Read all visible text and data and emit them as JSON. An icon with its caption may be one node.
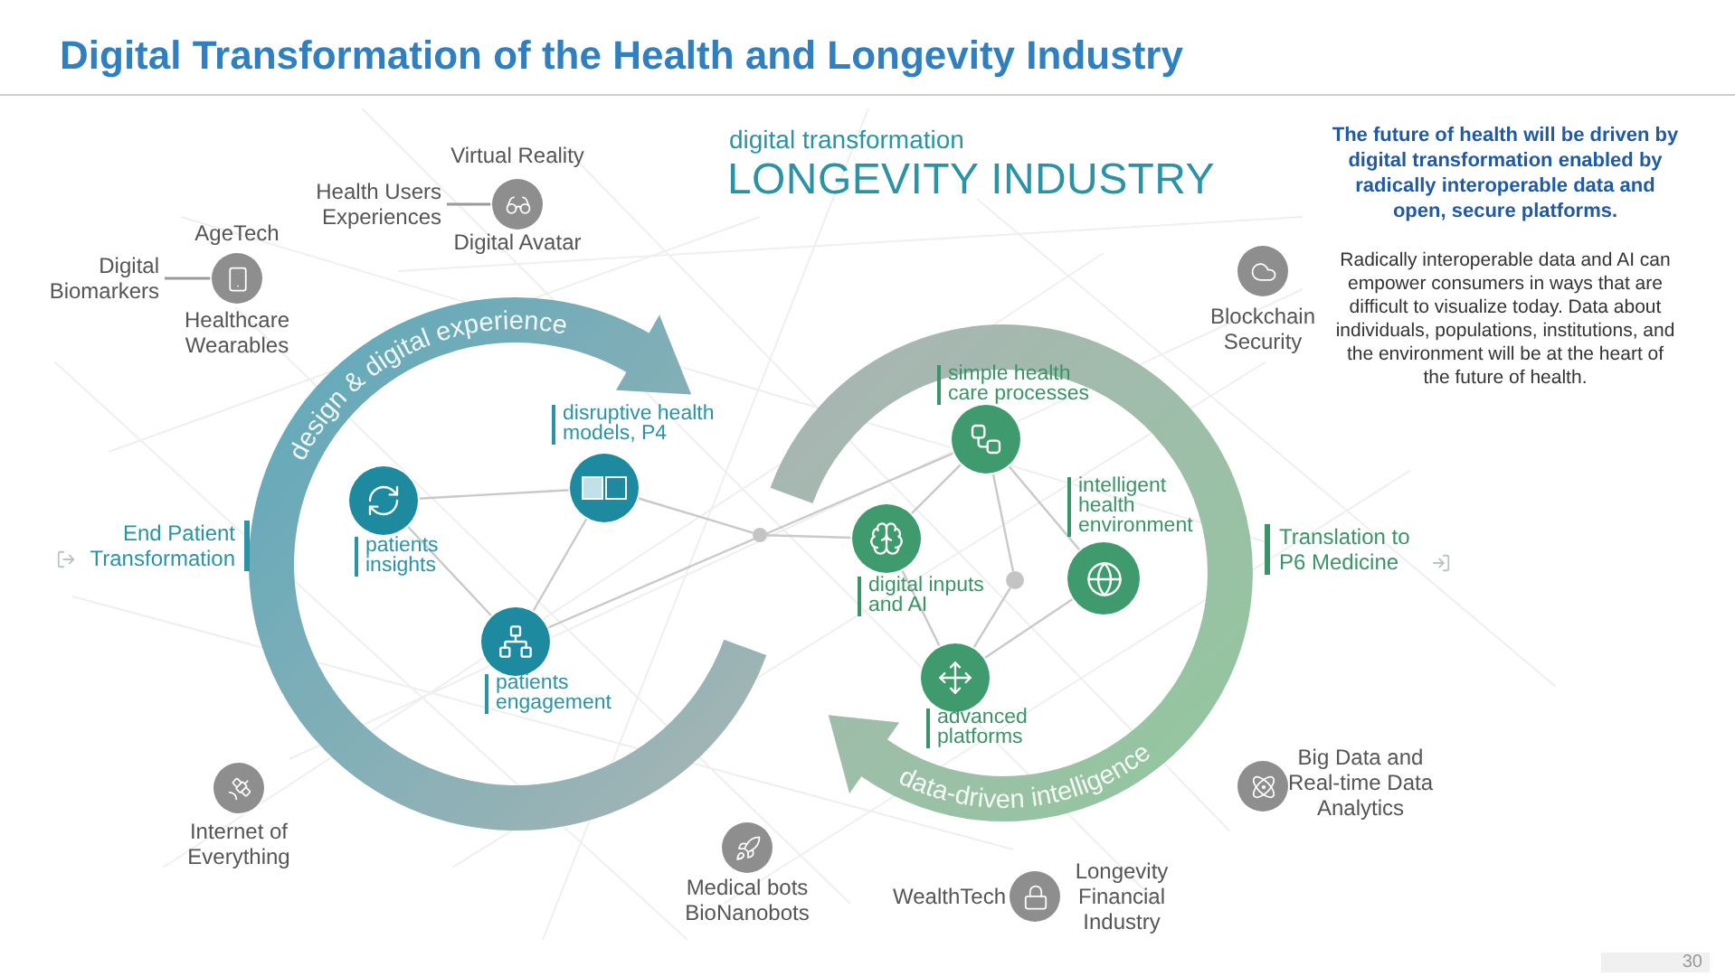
{
  "diagram": {
    "title": "Digital Transformation of the Health and Longevity Industry",
    "nodes": [
      {
        "text": [
          "Health Users Experiences"
        ]
      },
      {
        "text": [],
        "shape": "circle",
        "beside": [
          "Virtual Reality",
          "Digital Avatar"
        ]
      },
      {
        "text": [
          "Digital Biomarkers"
        ]
      },
      {
        "text": [],
        "shape": "circle",
        "beside": [
          "AgeTech",
          "Healthcare Wearables"
        ]
      },
      {
        "text": [],
        "shape": "circle",
        "beside": [
          "Blockchain Security"
        ]
      },
      {
        "text": [],
        "shape": "circle",
        "beside": [
          "disruptive health models, P4"
        ]
      },
      {
        "text": [],
        "shape": "circle",
        "beside": [
          "simple health care processes"
        ]
      },
      {
        "text": [],
        "shape": "circle",
        "beside": [
          "intelligent health environment"
        ]
      },
      {
        "text": [],
        "shape": "circle",
        "beside": [
          "patients insights"
        ]
      },
      {
        "text": [],
        "shape": "circle"
      },
      {
        "text": [],
        "shape": "circle",
        "beside": [
          "digital inputs and AI"
        ]
      },
      {
        "text": [],
        "shape": "circle"
      },
      {
        "text": [],
        "shape": "circle",
        "beside": [
          "patients engagement"
        ]
      },
      {
        "text": [],
        "shape": "circle",
        "beside": [
          "advanced platforms"
        ]
      },
      {
        "text": [],
        "shape": "circle",
        "beside": [
          "Big Data and Real-time Data Analytics"
        ]
      },
      {
        "text": [],
        "shape": "circle",
        "beside": [
          "Internet of Everything"
        ]
      },
      {
        "text": [],
        "shape": "circle",
        "beside": [
          "Medical bots BioNanobots"
        ]
      },
      {
        "text": [],
        "shape": "circle",
        "beside": [
          "WealthTech",
          "Longevity Financial Industry"
        ]
      }
    ],
    "edges": [
      {
        "from": 0,
        "to": 1,
        "arrow": "none"
      },
      {
        "from": 2,
        "to": 3,
        "arrow": "none"
      },
      {
        "from": 8,
        "to": 5,
        "arrow": "none"
      },
      {
        "from": 8,
        "to": 12,
        "arrow": "none"
      },
      {
        "from": 5,
        "to": 12,
        "arrow": "none"
      },
      {
        "from": 5,
        "to": 9,
        "arrow": "none"
      },
      {
        "from": 9,
        "to": 10,
        "arrow": "none"
      },
      {
        "from": 12,
        "to": 6,
        "arrow": "none"
      },
      {
        "from": 6,
        "to": 10,
        "arrow": "none"
      },
      {
        "from": 6,
        "to": 11,
        "arrow": "none"
      },
      {
        "from": 6,
        "to": 7,
        "arrow": "none"
      },
      {
        "from": 11,
        "to": 13,
        "arrow": "none"
      },
      {
        "from": 10,
        "to": 13,
        "arrow": "none"
      },
      {
        "from": 7,
        "to": 13,
        "arrow": "none"
      }
    ],
    "labels": [
      "design & digital experience",
      "data-driven intelligence",
      "digital transformation",
      "LONGEVITY INDUSTRY",
      "The future of health will be driven by digital transformation enabled by radically interoperable data and open, secure platforms.",
      "Radically interoperable data and AI can empower consumers in ways that are difficult to visualize today. Data about individuals, populations, institutions, and the environment will be at the heart of the future of health.",
      "End Patient Transformation",
      "Translation to P6 Medicine",
      "30"
    ]
  }
}
